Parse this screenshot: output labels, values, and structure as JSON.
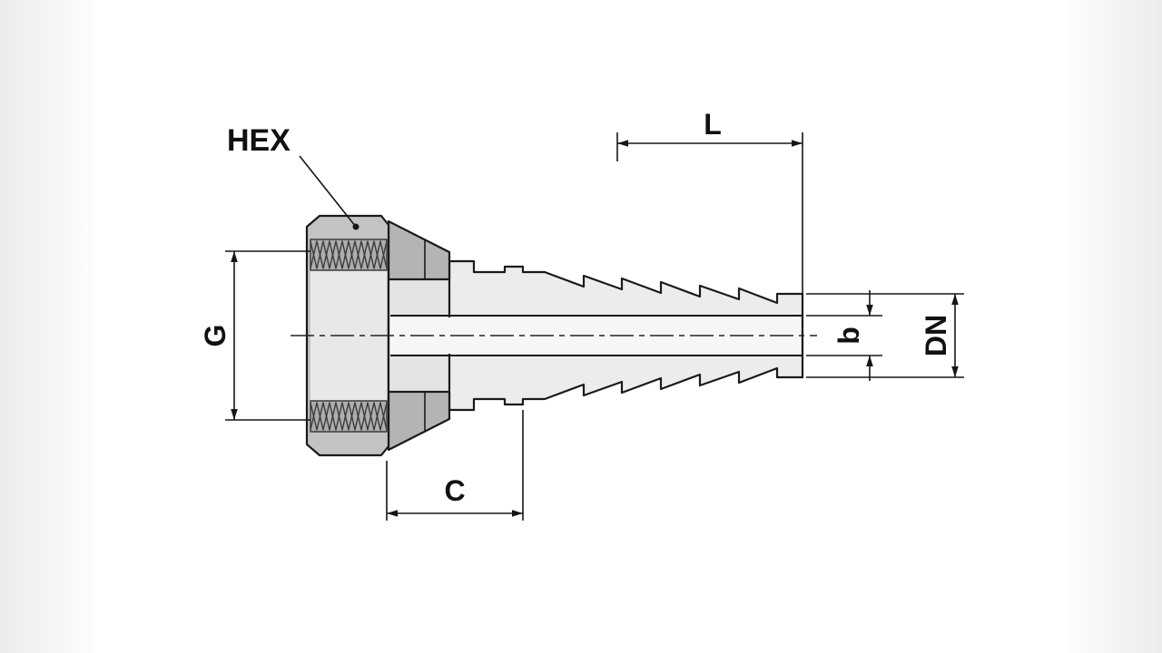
{
  "drawing": {
    "labels": {
      "hex": "HEX",
      "L": "L",
      "G": "G",
      "C": "C",
      "b": "b",
      "DN": "DN"
    },
    "colors": {
      "line": "#1a1a1a",
      "dim": "#161616",
      "nut": "#c3c3c3",
      "nut_core": "#e8e8e8",
      "thread_band": "#aeaeae",
      "collar": "#b4b4b4",
      "shank": "#ececec",
      "transition": "#e4e4e4",
      "bore": "#f6f6f6"
    }
  }
}
